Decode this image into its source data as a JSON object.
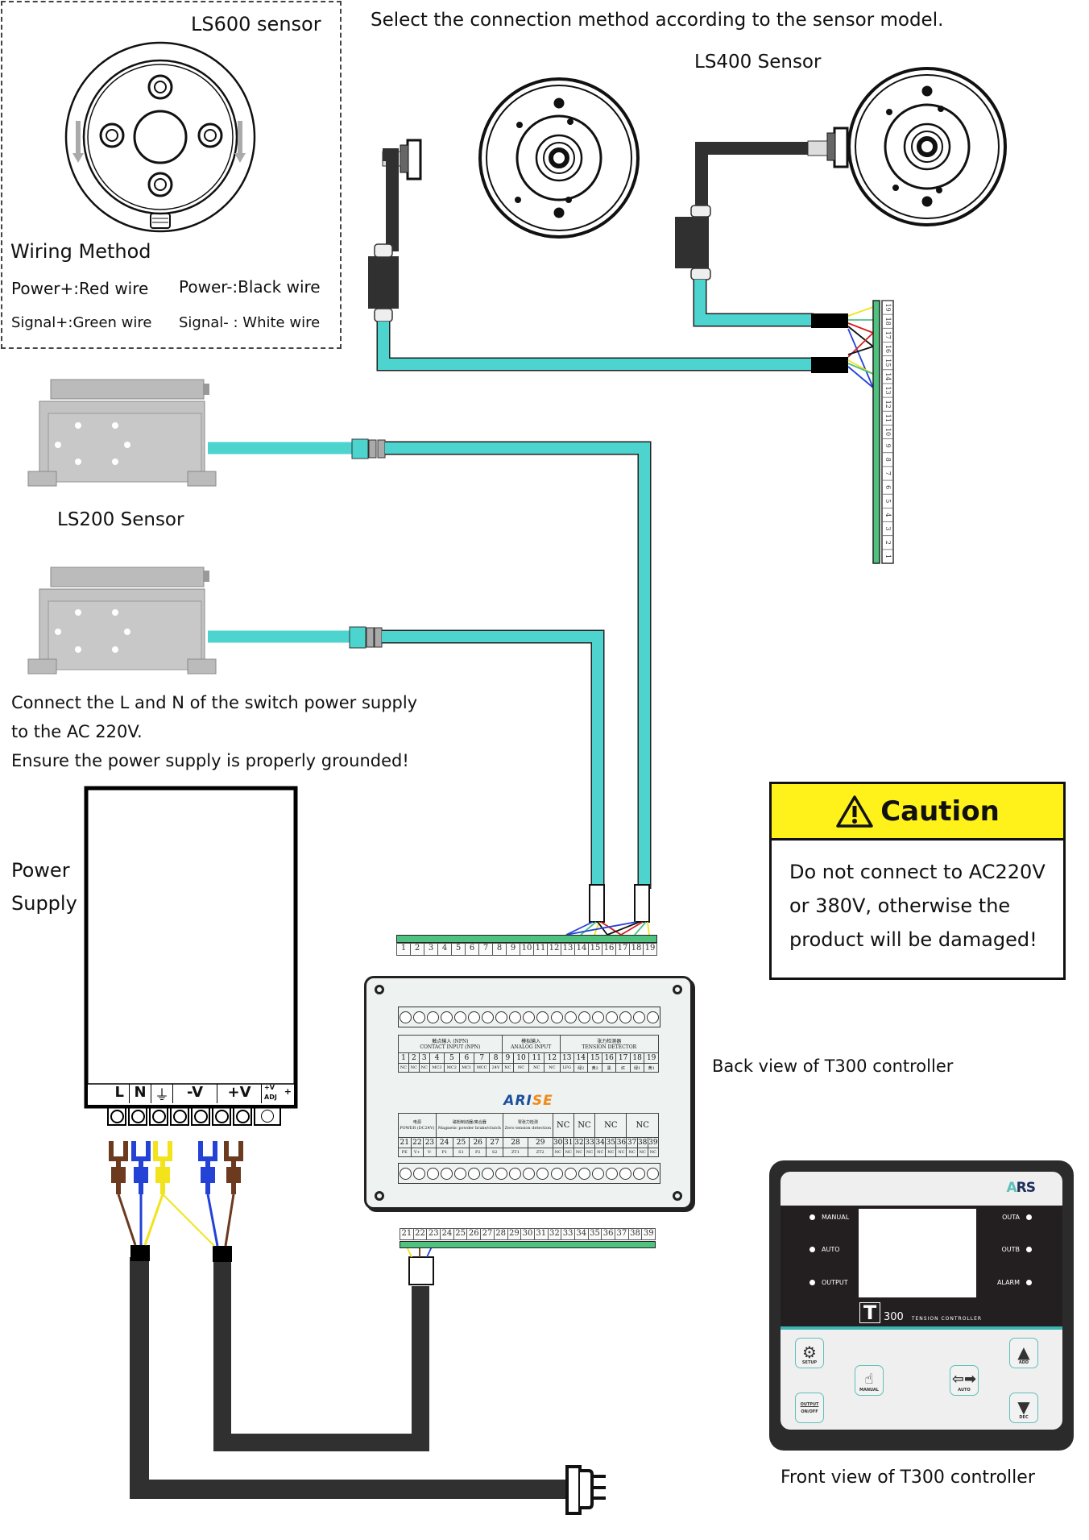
{
  "header": {
    "instruction": "Select the connection method according to the sensor model."
  },
  "ls600": {
    "title": "LS600 sensor",
    "wiring_title": "Wiring Method",
    "wires": [
      {
        "label": "Power+:Red wire"
      },
      {
        "label": "Power-:Black wire"
      },
      {
        "label": "Signal+:Green wire"
      },
      {
        "label": "Signal- : White wire"
      }
    ]
  },
  "ls400": {
    "title": "LS400 Sensor"
  },
  "ls200": {
    "title": "LS200 Sensor"
  },
  "power_note": {
    "line1": "Connect the L and N of the switch power supply",
    "line2": "to the AC 220V.",
    "line3": "Ensure the power supply is properly grounded!"
  },
  "power_supply": {
    "label_line1": "Power",
    "label_line2": "Supply",
    "terminals": [
      "L",
      "N",
      "⏚",
      "-V",
      "+V",
      "+V ADJ",
      "+"
    ],
    "terminal_adj_top": "+V",
    "terminal_adj_bottom": "ADJ"
  },
  "caution": {
    "title": "Caution",
    "icon": "warning-triangle-icon",
    "lines": [
      "Do not connect to AC220V",
      "or 380V, otherwise the",
      "product will be damaged!"
    ]
  },
  "terminal_strip_top": {
    "numbers": [
      "1",
      "2",
      "3",
      "4",
      "5",
      "6",
      "7",
      "8",
      "9",
      "10",
      "11",
      "12",
      "13",
      "14",
      "15",
      "16",
      "17",
      "18",
      "19"
    ]
  },
  "terminal_strip_bottom": {
    "numbers": [
      "21",
      "22",
      "23",
      "24",
      "25",
      "26",
      "27",
      "28",
      "29",
      "30",
      "31",
      "32",
      "33",
      "34",
      "35",
      "36",
      "37",
      "38",
      "39"
    ]
  },
  "rear_panel": {
    "caption": "Back view of T300 controller",
    "brand": "ARISE",
    "upper_groups": [
      {
        "cn": "触点输入 (NPN)",
        "en": "CONTACT INPUT (NPN)"
      },
      {
        "cn": "模拟输入",
        "en": "ANALOG INPUT"
      },
      {
        "cn": "张力检测器",
        "en": "TENSION DETECTOR"
      }
    ],
    "upper_numbers": [
      "1",
      "2",
      "3",
      "4",
      "5",
      "6",
      "7",
      "8",
      "9",
      "10",
      "11",
      "12",
      "13",
      "14",
      "15",
      "16",
      "17",
      "18",
      "19"
    ],
    "upper_signals": [
      "NC",
      "NC",
      "NC",
      "MC3",
      "MC2",
      "MC1",
      "MCC",
      "24V",
      "NC",
      "NC",
      "NC",
      "NC",
      "LFG",
      "绿2",
      "黄2",
      "黑",
      "红",
      "绿1",
      "黄1"
    ],
    "lower_groups": [
      {
        "cn": "电源",
        "en": "POWER (DC24V)"
      },
      {
        "cn": "磁粉制动器/离合器",
        "en": "Magnetic powder brake/clutch"
      },
      {
        "cn": "零张力检测",
        "en": "Zero tension detection"
      },
      {
        "cn": "",
        "en": "NC"
      },
      {
        "cn": "",
        "en": "NC"
      },
      {
        "cn": "",
        "en": "NC"
      },
      {
        "cn": "",
        "en": "NC"
      }
    ],
    "lower_numbers": [
      "21",
      "22",
      "23",
      "24",
      "25",
      "26",
      "27",
      "28",
      "29",
      "30",
      "31",
      "32",
      "33",
      "34",
      "35",
      "36",
      "37",
      "38",
      "39"
    ],
    "lower_signals": [
      "PE",
      "V+",
      "V-",
      "P1",
      "S1",
      "P2",
      "S2",
      "ZT1",
      "ZT2",
      "NC",
      "NC",
      "NC",
      "NC",
      "NC",
      "NC",
      "NC",
      "NC",
      "NC",
      "NC"
    ]
  },
  "front_panel": {
    "caption": "Front view of T300 controller",
    "brand": "ARS",
    "model_big": "T",
    "model_num": "300",
    "model_sub": "TENSION CONTROLLER",
    "leds_left": [
      "MANUAL",
      "AUTO",
      "OUTPUT"
    ],
    "leds_right": [
      "OUTA",
      "OUTB",
      "ALARM"
    ],
    "keys": {
      "setup": "SETUP",
      "manual": "MANUAL",
      "auto": "AUTO",
      "add": "ADD",
      "dec": "DEC",
      "output_top": "OUTPUT",
      "output_bottom": "ON/OFF"
    }
  },
  "colors": {
    "cable_teal": "#4dd4cf",
    "cable_black": "#303030",
    "terminal_green": "#4fc27f",
    "caution_yellow": "#fff21a",
    "wire_red": "#d0211c",
    "wire_black": "#111111",
    "wire_green": "#4fbf86",
    "wire_yellow": "#f2e31c",
    "wire_blue": "#2442d6",
    "wire_brown": "#6b3a1f"
  }
}
